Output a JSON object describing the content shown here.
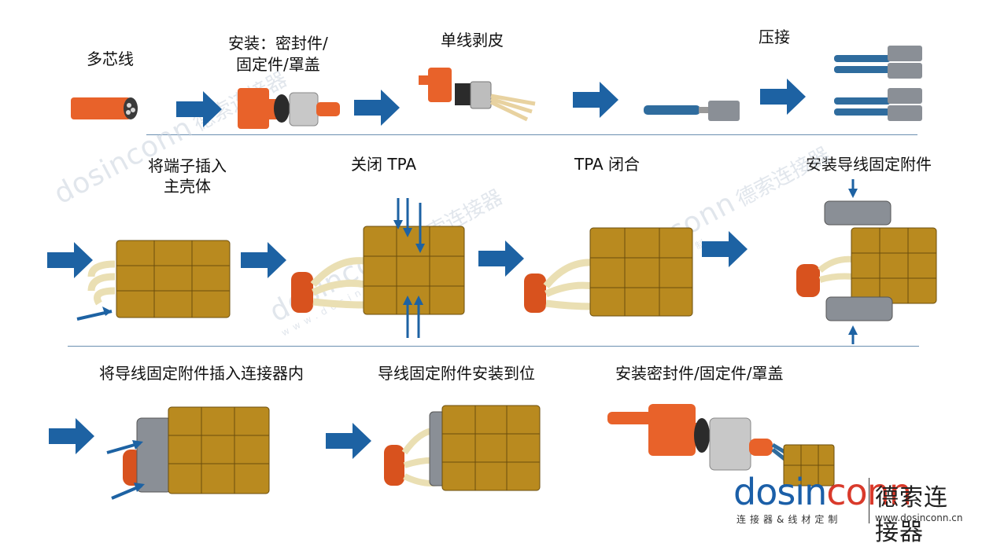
{
  "steps": [
    {
      "label": "多芯线"
    },
    {
      "label": "安装：密封件/\n固定件/罩盖"
    },
    {
      "label": "单线剥皮"
    },
    {
      "label": "压接"
    },
    {
      "label": "将端子插入\n主壳体"
    },
    {
      "label": "关闭 TPA"
    },
    {
      "label": "TPA 闭合"
    },
    {
      "label": "安装导线固定附件"
    },
    {
      "label": "将导线固定附件插入连接器内"
    },
    {
      "label": "导线固定附件安装到位"
    },
    {
      "label": "安装密封件/固定件/罩盖"
    }
  ],
  "watermark": {
    "brand": "dosinconn",
    "brand_cn": "德索连接器",
    "tagline": "连接器&线材定制",
    "website": "www.dosinconn.cn"
  },
  "logo": {
    "brand_part1": "dosin",
    "brand_part2": "conn",
    "brand_cn": "德索连接器",
    "tagline": "连接器&线材定制",
    "website": "www.dosinconn.cn"
  },
  "colors": {
    "arrow": "#1d62a3",
    "cable_orange": "#e8622a",
    "housing_gold": "#b98a1f",
    "wire_cream": "#eadfb3",
    "wire_blue": "#2f6c9e",
    "divider": "#6b8fb0"
  }
}
